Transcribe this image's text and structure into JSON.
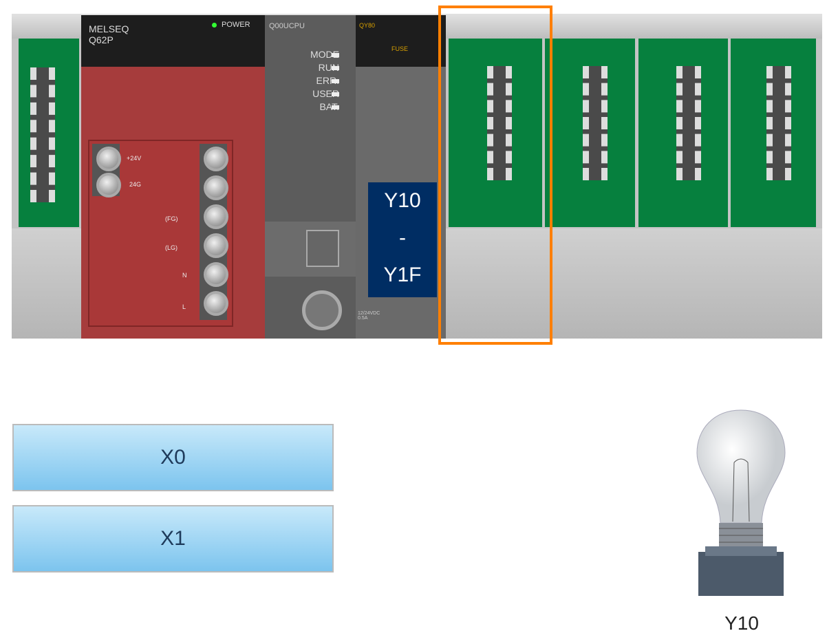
{
  "power_supply": {
    "brand": "MELSEQ",
    "model": "Q62P",
    "power_label": "POWER",
    "terminals": [
      "+24V",
      "24G",
      "(FG)",
      "(LG)",
      "N",
      "L"
    ]
  },
  "cpu": {
    "model": "Q00UCPU",
    "leds": [
      "MODE",
      "RUN",
      "ERR.",
      "USER",
      "BAT."
    ]
  },
  "output_module": {
    "model": "QY80",
    "fuse_label": "FUSE",
    "range_start": "Y10",
    "range_sep": "-",
    "range_end": "Y1F",
    "rating": "12/24VDC 0.5A"
  },
  "buttons": [
    {
      "label": "X0"
    },
    {
      "label": "X1"
    }
  ],
  "lamp": {
    "label": "Y10",
    "state": "off"
  },
  "colors": {
    "highlight": "#ff7f00",
    "module_label": "#002d63",
    "power_supply": "#a63c3c"
  }
}
